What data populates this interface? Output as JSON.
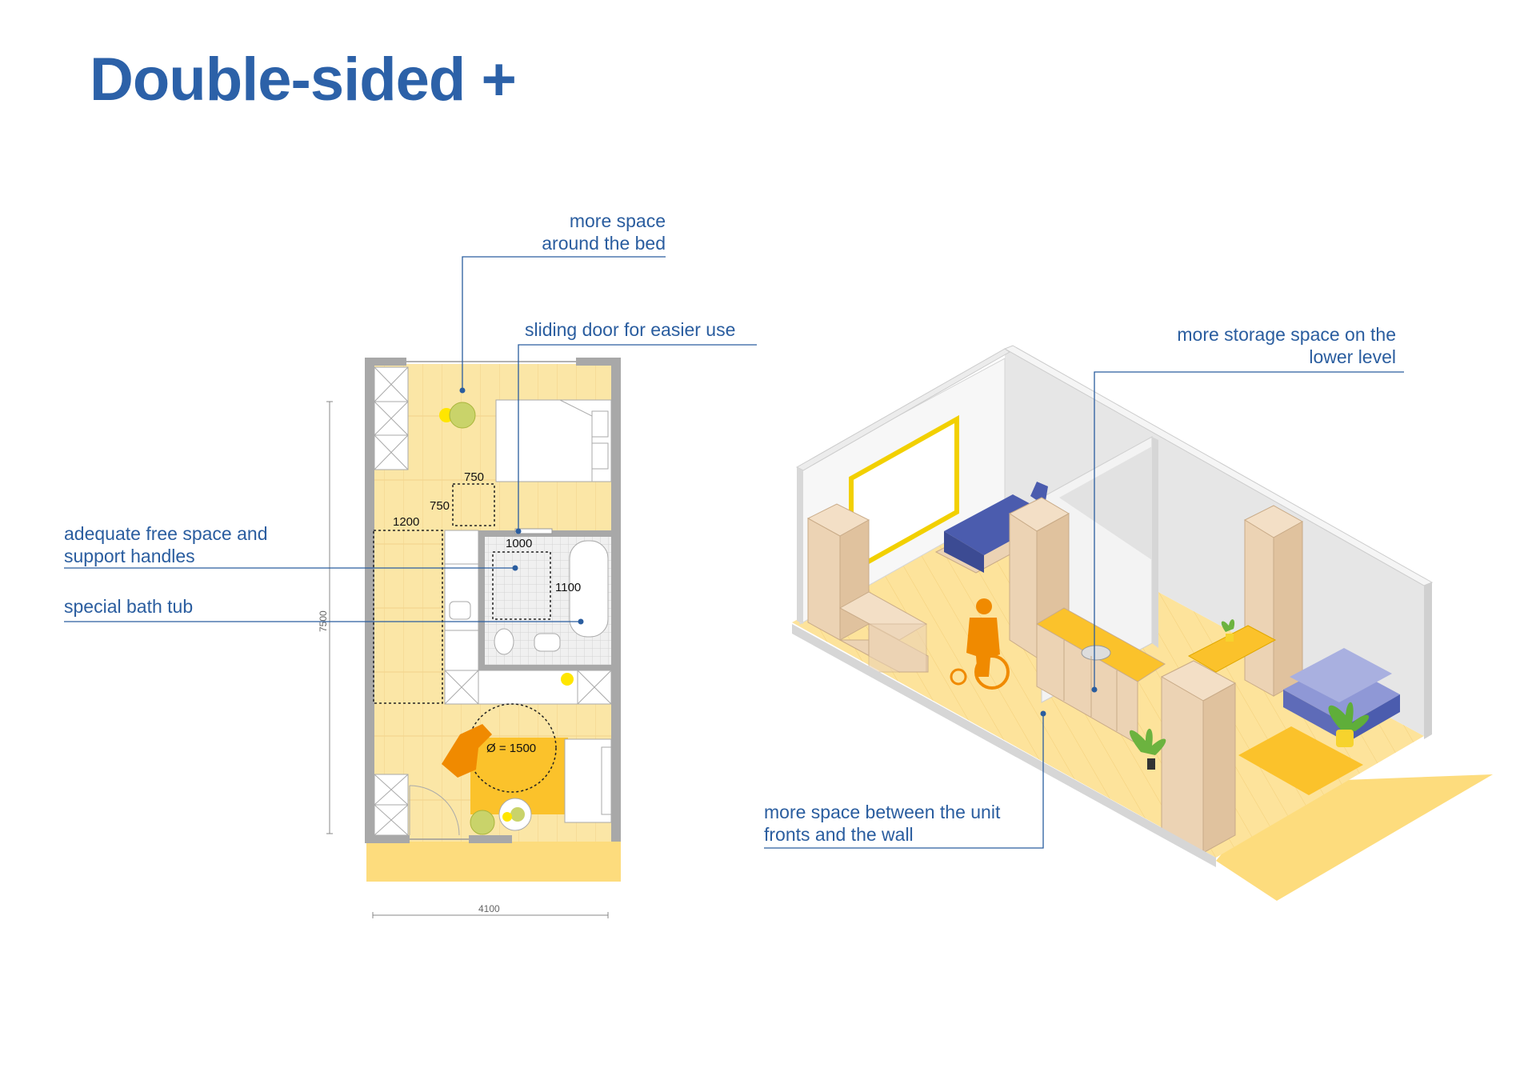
{
  "title": "Double-sided +",
  "callouts": {
    "bed": [
      "more space",
      "around the bed"
    ],
    "sliding_door": [
      "sliding door for easier use"
    ],
    "free_space": [
      "adequate free space and",
      "support handles"
    ],
    "bath_tub": [
      "special bath tub"
    ],
    "storage": [
      "more storage space on the",
      "lower level"
    ],
    "unit_fronts": [
      "more space between the unit",
      "fronts and the wall"
    ]
  },
  "dimensions": {
    "d750_a": "750",
    "d750_b": "750",
    "d1200": "1200",
    "d1000": "1000",
    "d1100": "1100",
    "turning_circle": "Ø = 1500",
    "overall_width": "4100",
    "overall_depth": "7500"
  },
  "colors": {
    "accent_blue": "#2c61a8",
    "floor_yellow": "#fbe6a6",
    "terrace_yellow": "#fddc7d",
    "accent_orange": "#f08a00",
    "wall_grey": "#a8a8a8",
    "wood": "#ecd3b4",
    "sofa_blue": "#8f98d6"
  }
}
